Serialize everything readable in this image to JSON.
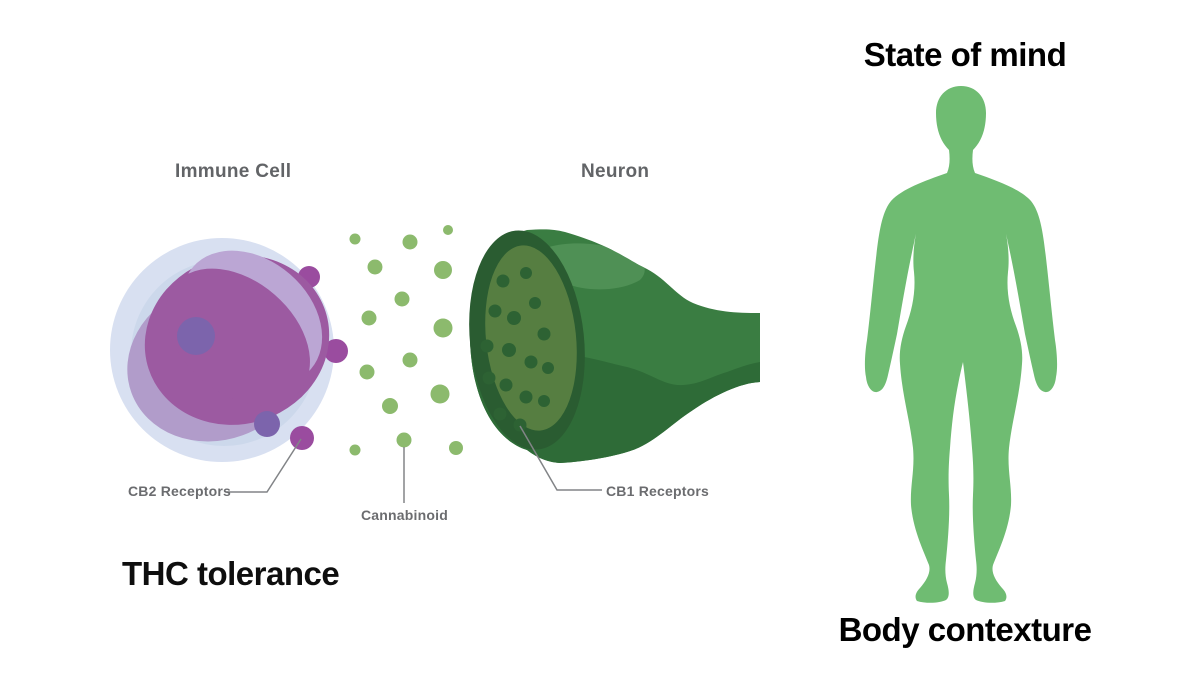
{
  "left_panel": {
    "immune_cell_title": "Immune Cell",
    "neuron_title": "Neuron",
    "cb2_receptors_label": "CB2 Receptors",
    "cannabinoid_label": "Cannabinoid",
    "cb1_receptors_label": "CB1 Receptors",
    "caption": "THC tolerance"
  },
  "right_panel": {
    "top_label": "State of mind",
    "bottom_label": "Body contexture"
  },
  "colors": {
    "immune_cell_purple": "#9c5aa1",
    "immune_cell_ring_blue": "#d8e0f1",
    "immune_cell_nucleus_violet": "#7c64ac",
    "neuron_green": "#3a7d42",
    "neuron_face_olive": "#567e41",
    "cannabinoid_dot_green": "#8cba6d",
    "body_silhouette_green": "#6fbc72",
    "leader_line_gray": "#828487",
    "label_gray": "#6b6c6f",
    "text_black": "#0e0e0e"
  }
}
